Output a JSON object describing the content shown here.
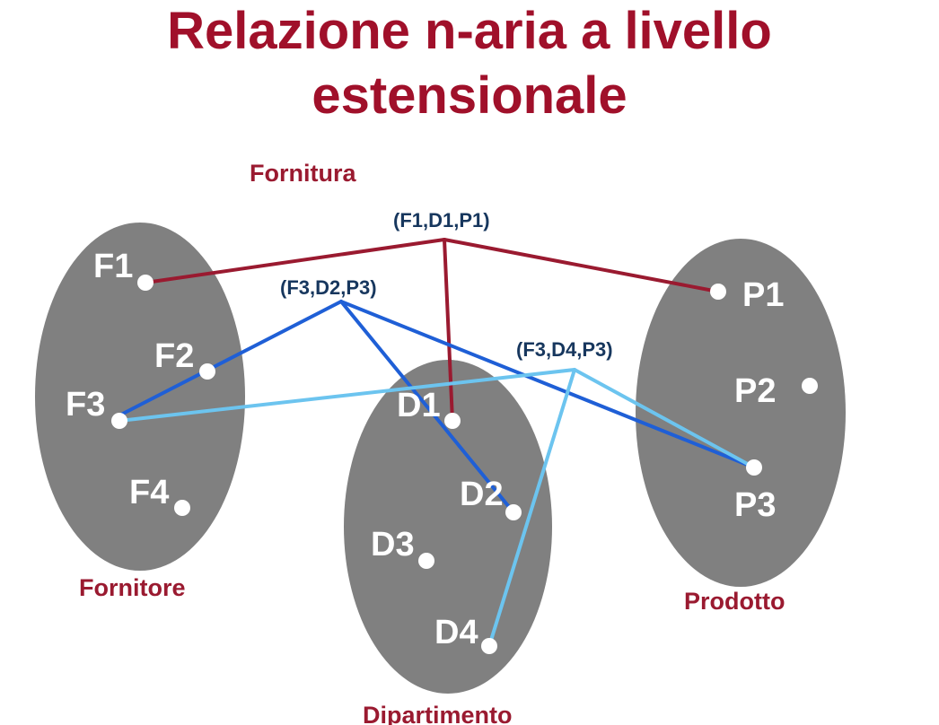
{
  "title": {
    "line1": "Relazione n-aria a livello",
    "line2": "estensionale"
  },
  "relation_name": "Fornitura",
  "sets": [
    {
      "id": "fornitore",
      "label": "Fornitore",
      "elements": [
        "F1",
        "F2",
        "F3",
        "F4"
      ]
    },
    {
      "id": "dipartimento",
      "label": "Dipartimento",
      "elements": [
        "D1",
        "D2",
        "D3",
        "D4"
      ]
    },
    {
      "id": "prodotto",
      "label": "Prodotto",
      "elements": [
        "P1",
        "P2",
        "P3"
      ]
    }
  ],
  "tuples": [
    {
      "label": "(F1,D1,P1)",
      "members": [
        "F1",
        "D1",
        "P1"
      ],
      "color": "#9a1a30"
    },
    {
      "label": "(F3,D2,P3)",
      "members": [
        "F3",
        "D2",
        "P3"
      ],
      "color": "#1f5fd6"
    },
    {
      "label": "(F3,D4,P3)",
      "members": [
        "F3",
        "D4",
        "P3"
      ],
      "color": "#6cc4ef"
    }
  ],
  "colors": {
    "title": "#a0102a",
    "set_fill": "#808080",
    "set_label": "#9a1a30",
    "tuple_label": "#17375e"
  }
}
